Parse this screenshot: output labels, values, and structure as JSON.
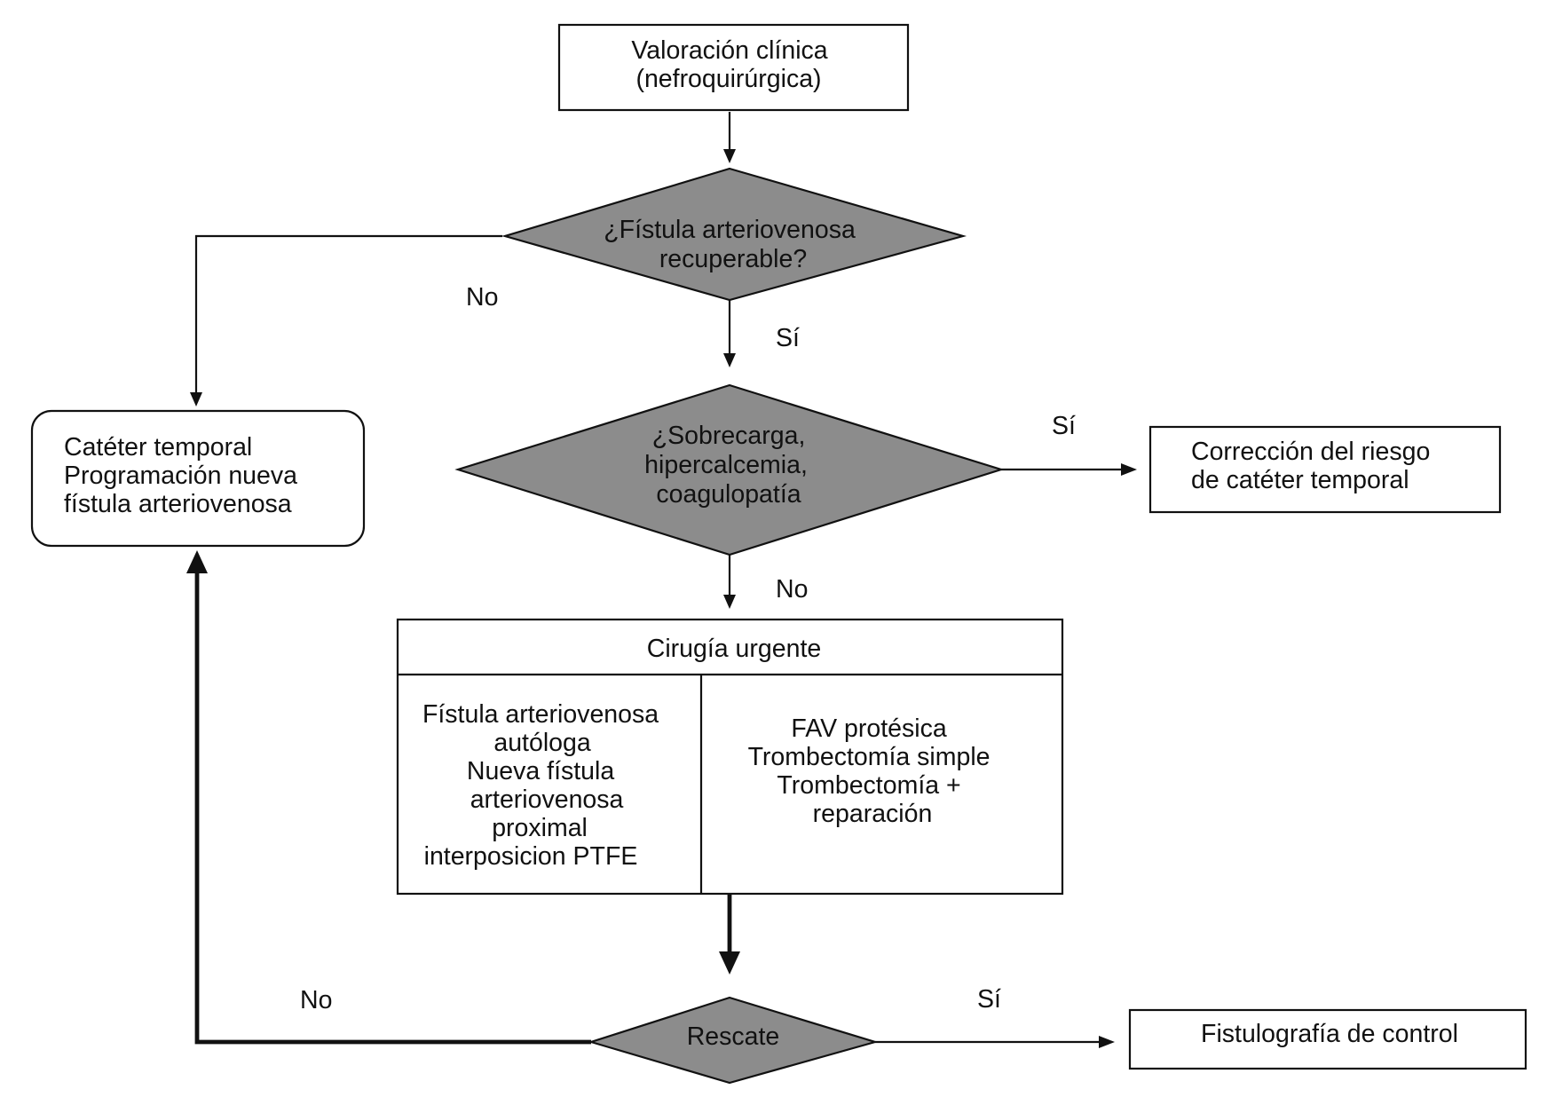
{
  "nodes": {
    "valoracion": [
      "Valoración clínica",
      "(nefroquirúrgica)"
    ],
    "fistula_recuperable": [
      "¿Fístula arteriovenosa",
      "recuperable?"
    ],
    "sobrecarga": [
      "¿Sobrecarga,",
      "hipercalcemia,",
      "coagulopatía"
    ],
    "correccion": [
      "Corrección del riesgo",
      "de catéter temporal"
    ],
    "cateter_temporal": [
      "Catéter temporal",
      "Programación nueva",
      "fístula arteriovenosa"
    ],
    "cirugia_urgente": {
      "title": "Cirugía urgente",
      "left": [
        "Fístula arteriovenosa",
        "autóloga",
        "Nueva fístula",
        "arteriovenosa",
        "proximal",
        "interposicion PTFE"
      ],
      "right": [
        "FAV protésica",
        "Trombectomía simple",
        "Trombectomía +",
        "reparación"
      ]
    },
    "rescate": [
      "Rescate"
    ],
    "fistulografia": [
      "Fistulografía de control"
    ]
  },
  "edge_labels": {
    "fistula_no": "No",
    "fistula_si": "Sí",
    "sobrecarga_si": "Sí",
    "sobrecarga_no": "No",
    "rescate_no": "No",
    "rescate_si": "Sí"
  },
  "colors": {
    "decision_fill": "#8c8c8c",
    "stroke": "#111111",
    "box_fill": "#ffffff"
  }
}
